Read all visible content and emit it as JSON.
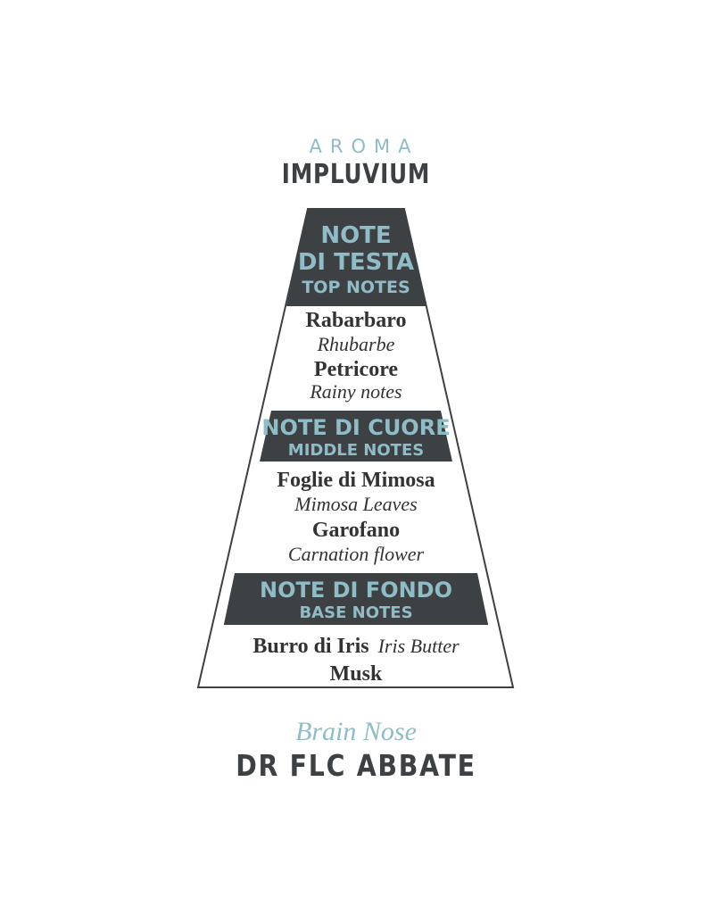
{
  "header": {
    "label": "AROMA",
    "name": "IMPLUVIUM"
  },
  "pyramid": {
    "top": {
      "title_it_line1": "NOTE",
      "title_it_line2": "DI TESTA",
      "title_en": "TOP NOTES"
    },
    "top_notes": [
      {
        "it": "Rabarbaro",
        "en": "Rhubarbe"
      },
      {
        "it": "Petricore",
        "en": "Rainy notes"
      }
    ],
    "middle": {
      "title_it": "NOTE DI CUORE",
      "title_en": "MIDDLE NOTES"
    },
    "middle_notes": [
      {
        "it": "Foglie di Mimosa",
        "en": "Mimosa Leaves"
      },
      {
        "it": "Garofano",
        "en": "Carnation flower"
      }
    ],
    "base": {
      "title_it": "NOTE DI FONDO",
      "title_en": "BASE NOTES"
    },
    "base_notes": [
      {
        "it": "Burro di Iris",
        "en": "Iris Butter"
      },
      {
        "it": "Musk"
      }
    ]
  },
  "footer": {
    "label": "Brain Nose",
    "name": "DR FLC ABBATE"
  },
  "colors": {
    "accent": "#8fbcc6",
    "dark": "#3d4143",
    "text": "#333333",
    "outline": "#3d4143"
  }
}
